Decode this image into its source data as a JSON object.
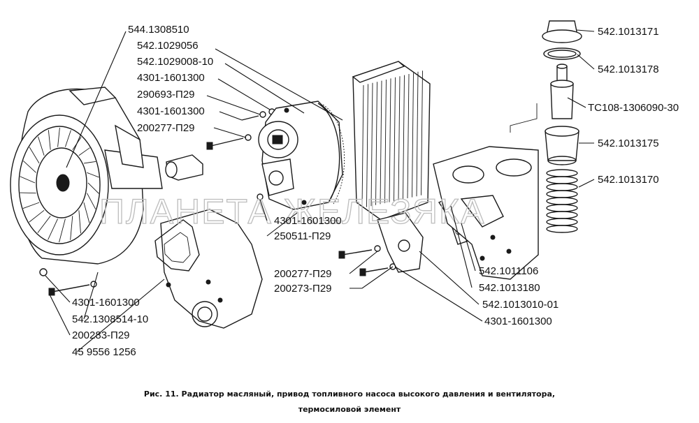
{
  "watermark": "ПЛАНЕТА ЖЕЛЕЗЯКА",
  "caption": {
    "line1": "Рис. 11. Радиатор масляный, привод топливного насоса высокого давления и вентилятора,",
    "line2": "термосиловой элемент"
  },
  "callouts": [
    {
      "id": "c1",
      "label": "544.1308510"
    },
    {
      "id": "c2",
      "label": "542.1029056"
    },
    {
      "id": "c3",
      "label": "542.1029008-10"
    },
    {
      "id": "c4",
      "label": "4301-1601300"
    },
    {
      "id": "c5",
      "label": "290693-П29"
    },
    {
      "id": "c6",
      "label": "4301-1601300"
    },
    {
      "id": "c7",
      "label": "200277-П29"
    },
    {
      "id": "c8",
      "label": "542.1013171"
    },
    {
      "id": "c9",
      "label": "542.1013178"
    },
    {
      "id": "c10",
      "label": "ТС108-1306090-30"
    },
    {
      "id": "c11",
      "label": "542.1013175"
    },
    {
      "id": "c12",
      "label": "542.1013170"
    },
    {
      "id": "c13",
      "label": "4301-1601300"
    },
    {
      "id": "c14",
      "label": "250511-П29"
    },
    {
      "id": "c15",
      "label": "542.1011106"
    },
    {
      "id": "c16",
      "label": "200277-П29"
    },
    {
      "id": "c17",
      "label": "542.1013180"
    },
    {
      "id": "c18",
      "label": "200273-П29"
    },
    {
      "id": "c19",
      "label": "542.1013010-01"
    },
    {
      "id": "c20",
      "label": "4301-1601300"
    },
    {
      "id": "c21",
      "label": "4301-1601300"
    },
    {
      "id": "c22",
      "label": "542.1308514-10"
    },
    {
      "id": "c23",
      "label": "200283-П29"
    },
    {
      "id": "c24",
      "label": "45 9556 1256"
    }
  ]
}
